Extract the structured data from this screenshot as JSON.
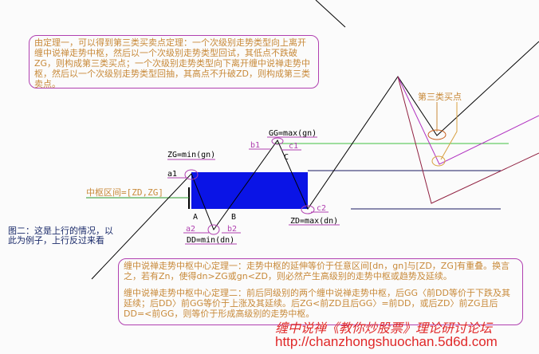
{
  "theorem_box": "由定理一，可以得到第三类买卖点定理：一个次级别走势类型向上离开缠中说禅走势中枢，然后以一个次级别走势类型回试，其低点不跌破ZG，则构成第三类买点；一个次级别走势类型向下离开缠中说禅走势中枢，然后以一个次级别走势类型回抽，其高点不升破ZD，则构成第三类卖点。",
  "center_theorems": [
    "缠中说禅走势中枢中心定理一：走势中枢的延伸等价于任意区间[dn，gn]与[ZD，ZG]有重叠。换言之，若有Zn，使得dn>ZG或gn<ZD，则必然产生高级别的走势中枢或趋势及延续。",
    "缠中说禅走势中枢中心定理二：前后同级别的两个缠中说禅走势中枢，后GG〈前DD等价于下跌及其延续；后DD〉前GG等价于上涨及其延续。后ZG<前ZD且后GG〉=前DD，或后ZD〉前ZG且后DD=<前GG，则等价于形成高级别的走势中枢。"
  ],
  "note": "图二：这是上行的情况，以此为例子，上行反过来看",
  "labels": {
    "zg": "ZG=min(gn)",
    "a1": "a1",
    "zone": "中枢区间=[ZD,ZG]",
    "A": "A",
    "B": "B",
    "a2": "a2",
    "b2": "b2",
    "dd": "DD=min(dn)",
    "gg": "GG=max(gn)",
    "b1": "b1",
    "c1": "c1",
    "C": "C",
    "zd": "ZD=max(dn)",
    "c2": "c2",
    "buy3": "第三类买点"
  },
  "watermark": {
    "title": "缠中说禅《教你炒股票》理论研讨论坛",
    "url": "http://chanzhongshuochan.5d6d.com"
  },
  "colors": {
    "pivot": "#0a14e6",
    "box_border": "#b040b0",
    "text": "#c88a3a",
    "watermark": "#e02828"
  }
}
